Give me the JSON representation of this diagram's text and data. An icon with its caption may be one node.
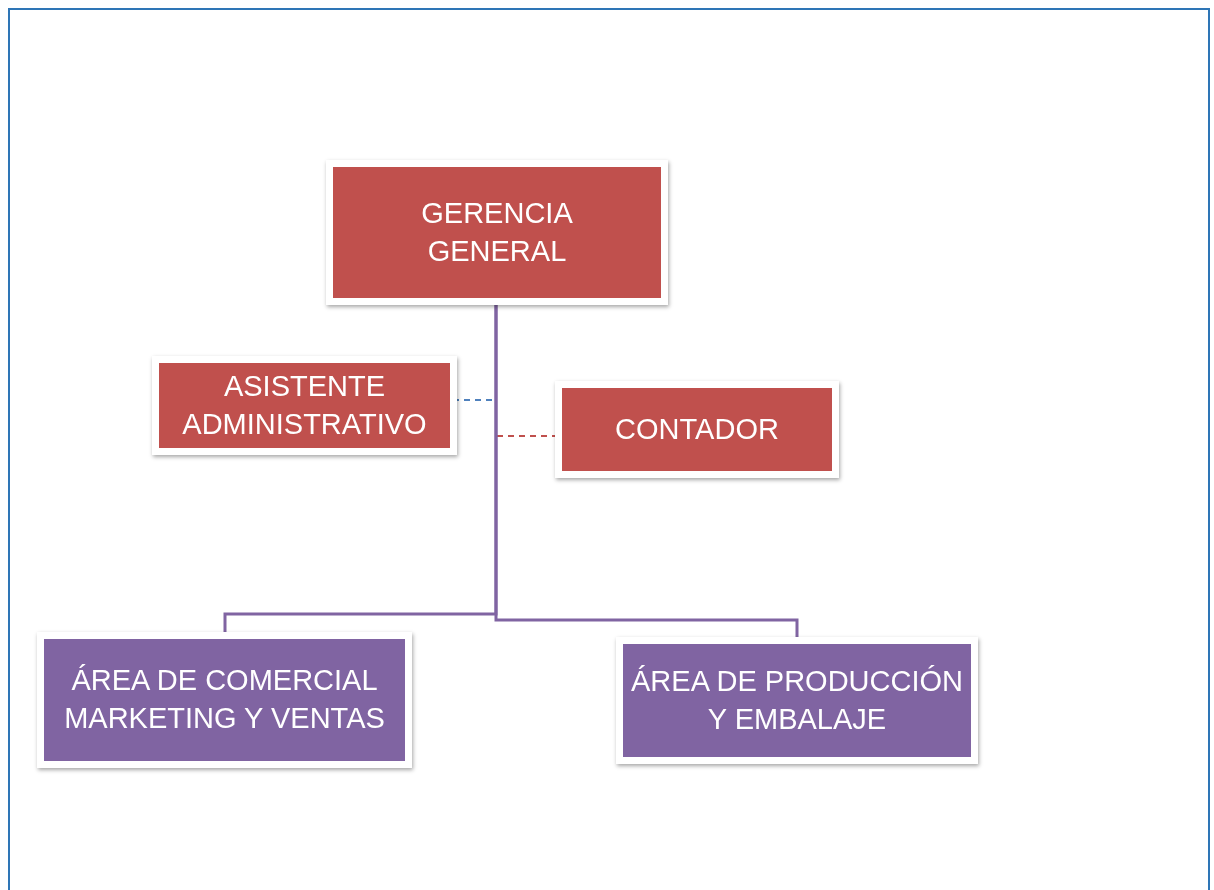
{
  "diagram": {
    "nodes": [
      {
        "text": [
          "GERENCIA GENERAL"
        ]
      },
      {
        "text": [
          "ASISTENTE ADMINISTRATIVO"
        ]
      },
      {
        "text": [
          "CONTADOR"
        ]
      },
      {
        "text": [
          "ÁREA DE COMERCIAL MARKETING Y VENTAS"
        ]
      },
      {
        "text": [
          "ÁREA DE PRODUCCIÓN Y EMBALAJE"
        ]
      }
    ],
    "edges": [
      {
        "from": 0,
        "to": 1,
        "arrow": "none",
        "style": "dashed",
        "color": "#4f81bd"
      },
      {
        "from": 0,
        "to": 2,
        "arrow": "none",
        "style": "dashed",
        "color": "#c0504d"
      },
      {
        "from": 0,
        "to": 3,
        "arrow": "none"
      },
      {
        "from": 0,
        "to": 4,
        "arrow": "none"
      }
    ]
  }
}
